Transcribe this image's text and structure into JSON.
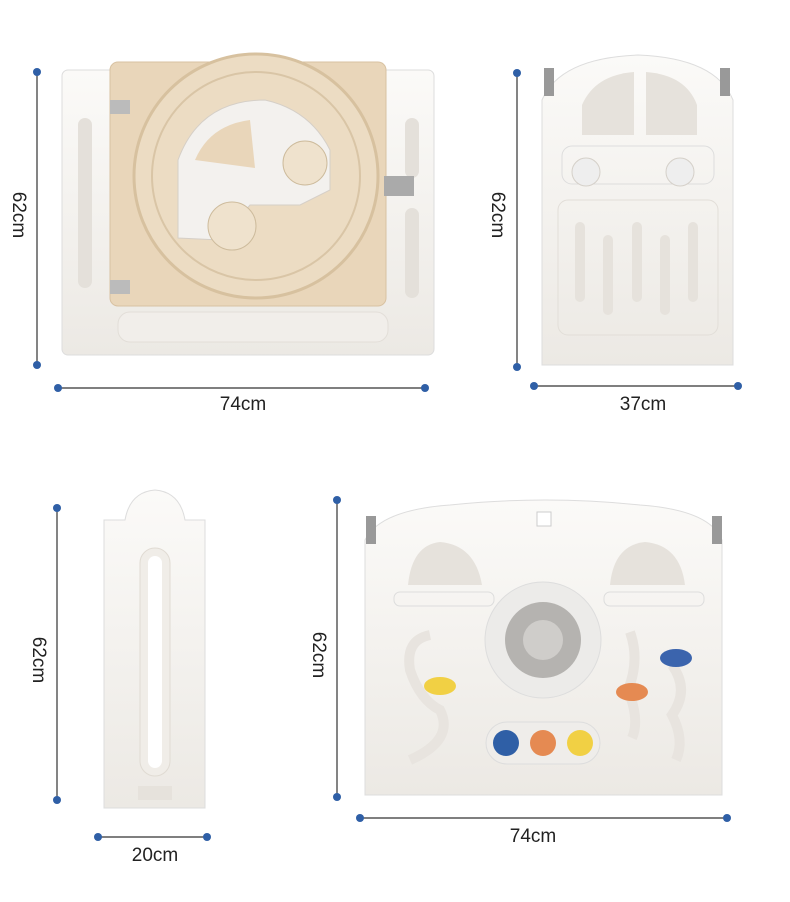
{
  "panels": [
    {
      "name": "door-panel",
      "height_label": "62cm",
      "width_label": "74cm"
    },
    {
      "name": "narrow-panel",
      "height_label": "62cm",
      "width_label": "37cm"
    },
    {
      "name": "slim-panel",
      "height_label": "62cm",
      "width_label": "20cm"
    },
    {
      "name": "activity-panel",
      "height_label": "62cm",
      "width_label": "74cm"
    }
  ],
  "colors": {
    "dimension_dot": "#2f5fa6",
    "dimension_line": "#333333",
    "panel_white": "#f6f4f1",
    "door_beige": "#e8d4b8"
  }
}
